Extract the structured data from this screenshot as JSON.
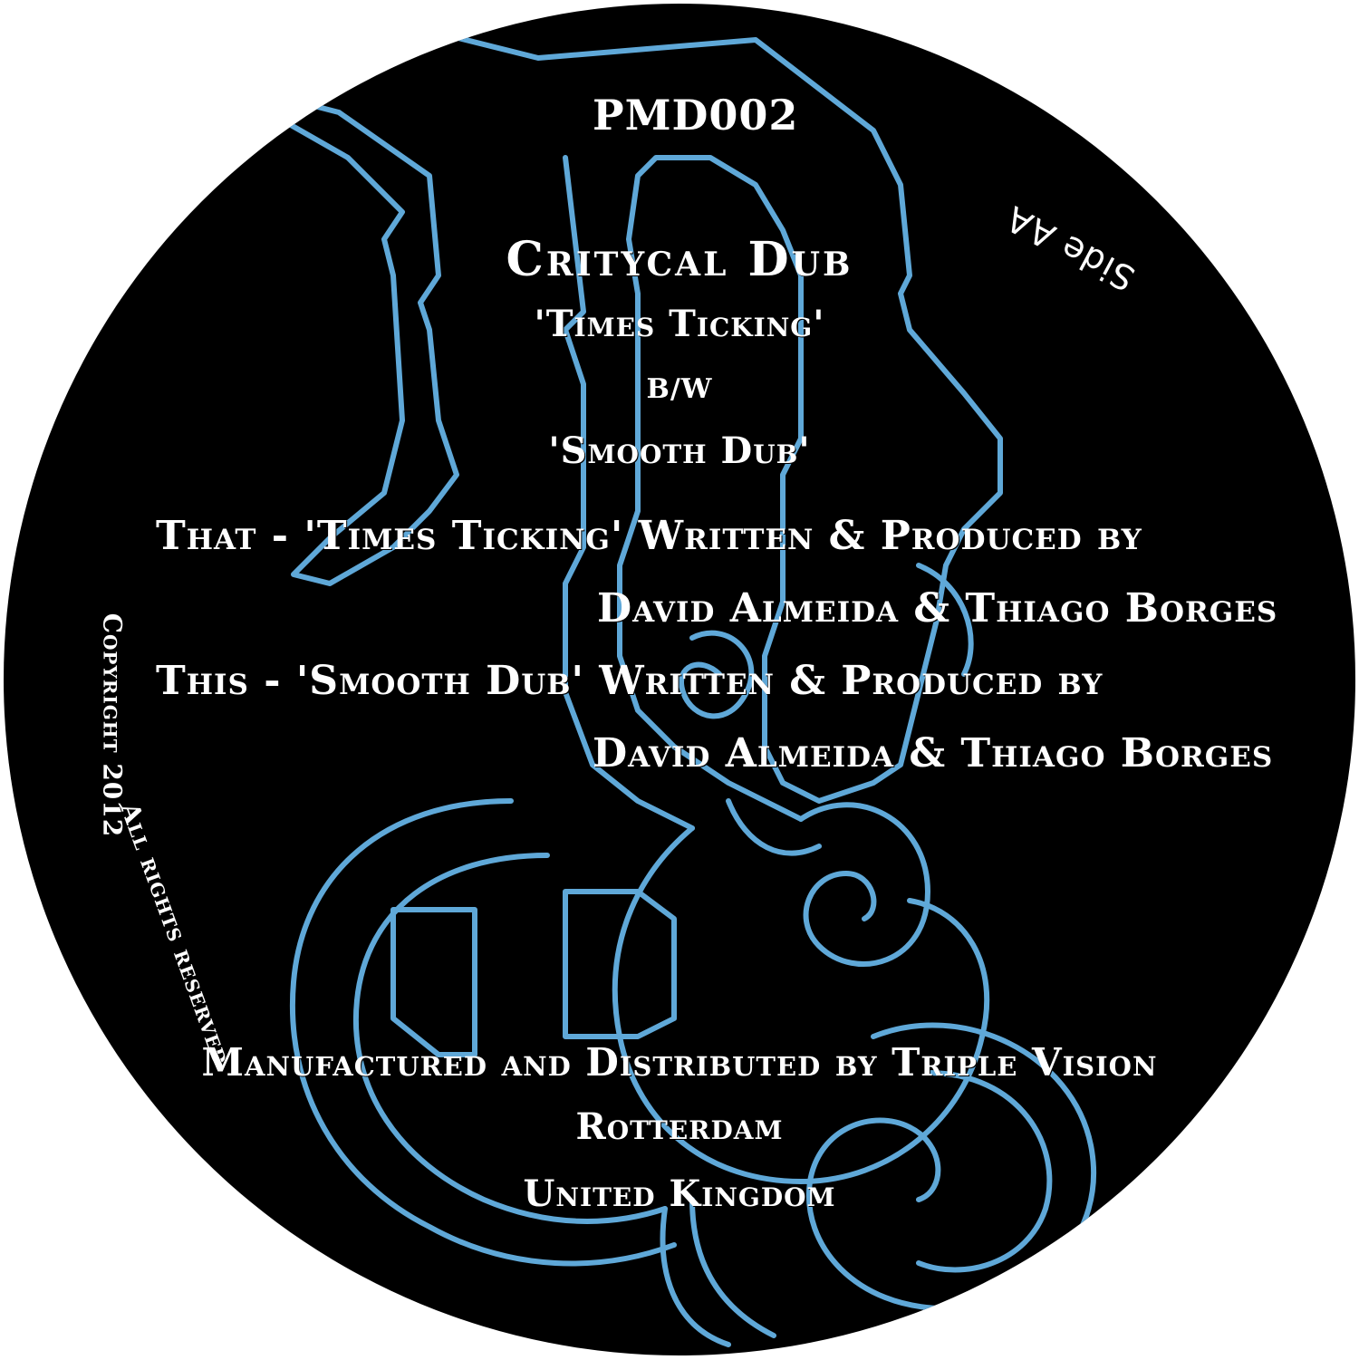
{
  "label": {
    "catalog_number": "PMD002",
    "side": "Side AA",
    "artist": "Critycal Dub",
    "title_a": "'Times Ticking'",
    "bw": "B/W",
    "title_b": "'Smooth Dub'",
    "credit_1": "That - 'Times Ticking' Written & Produced by",
    "credit_1_names": "David Almeida & Thiago Borges",
    "credit_2": "This - 'Smooth Dub' Written & Produced by",
    "credit_2_names": "David Almeida & Thiago Borges",
    "copyright": "Copyright 2012",
    "rights": "All rights reserved",
    "manufacturer": "Manufactured and Distributed by Triple Vision",
    "city": "Rotterdam",
    "country": "United Kingdom"
  },
  "colors": {
    "background": "#000000",
    "monogram_outline": "#5fa8d8",
    "text": "#ffffff",
    "page": "#ffffff"
  },
  "icons": {
    "monogram": "blackletter-monogram-logo"
  }
}
